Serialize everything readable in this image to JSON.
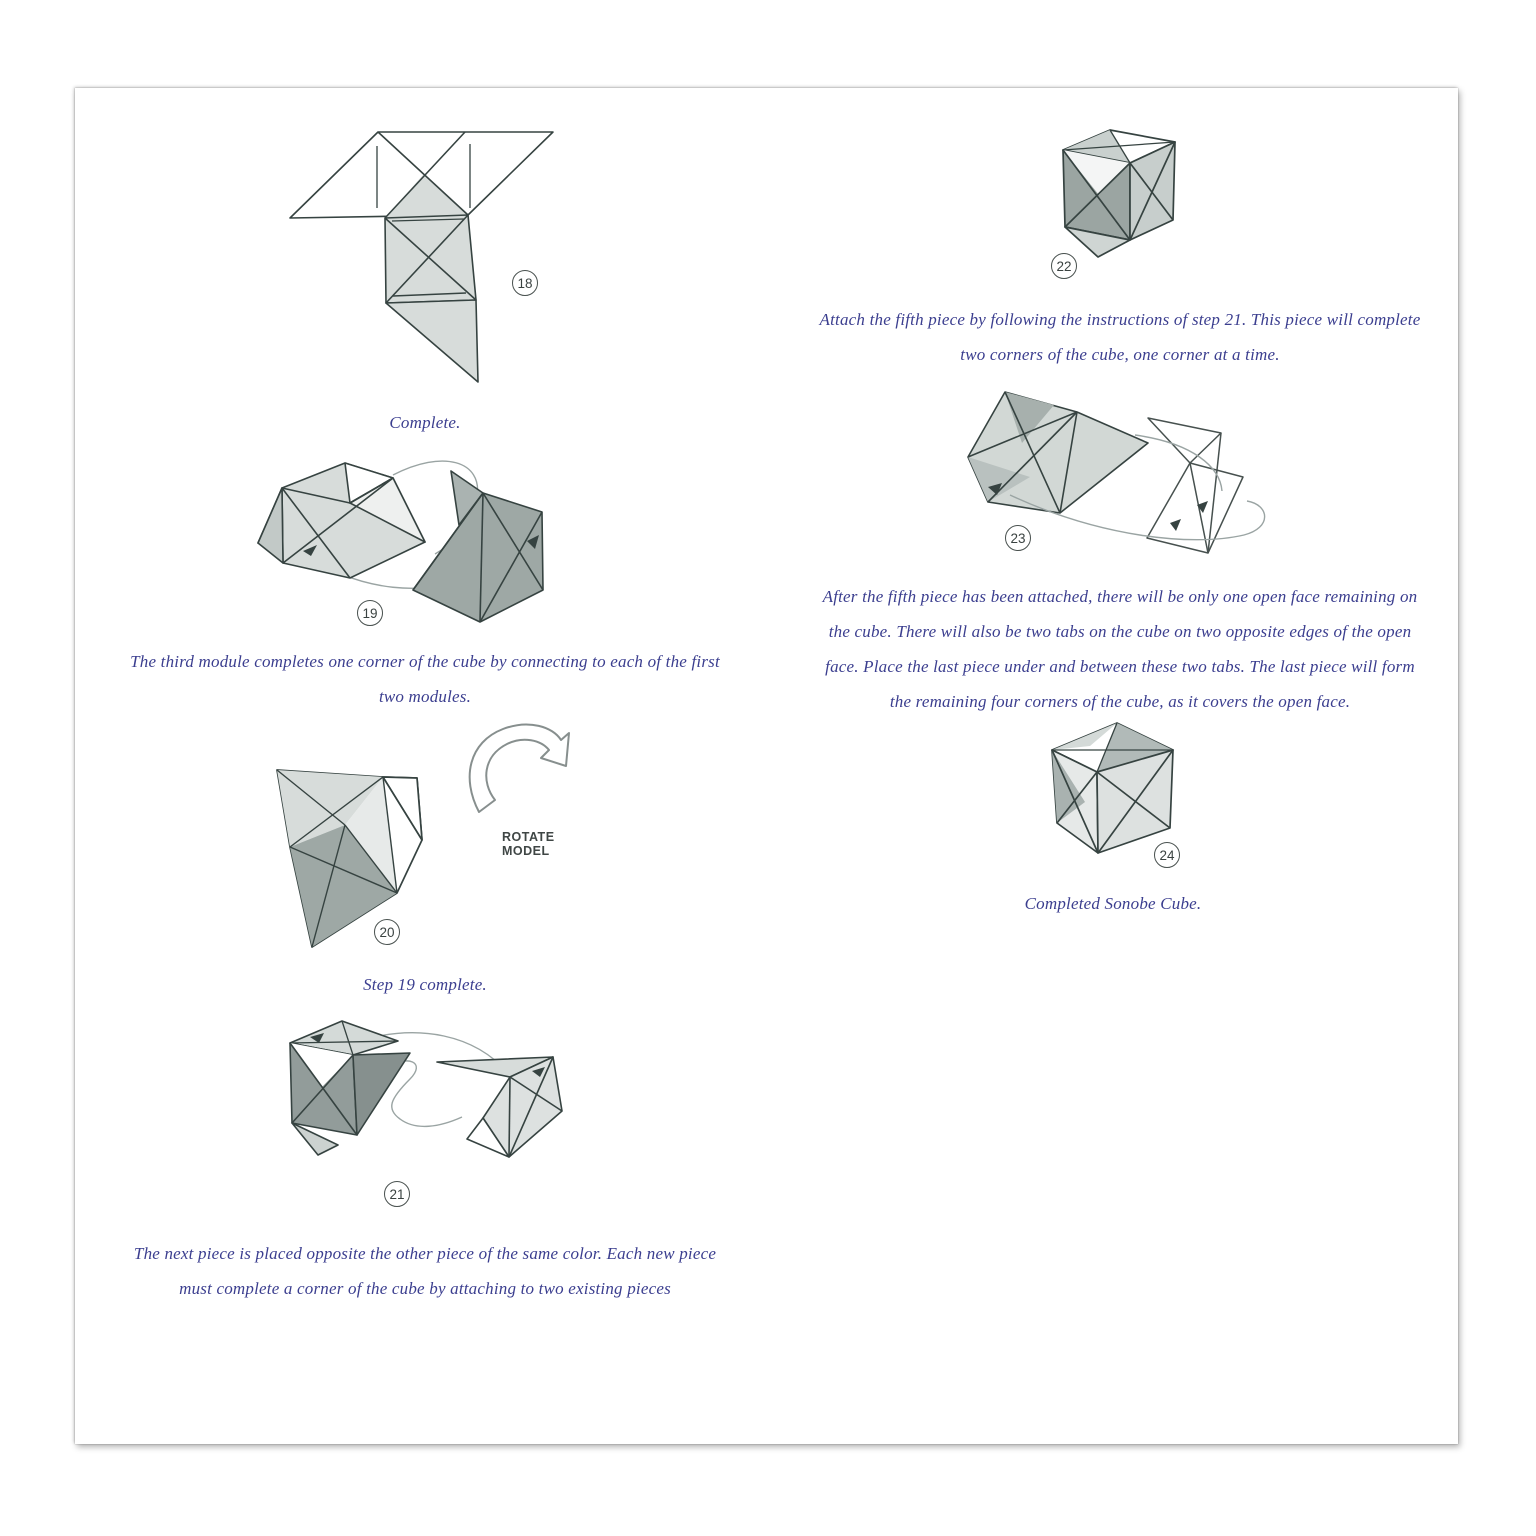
{
  "document": {
    "type": "origami-instruction-page",
    "captions": {
      "step18": "Complete.",
      "step19": [
        "The third module completes one corner of the cube by connecting to each of the first",
        "two modules."
      ],
      "step20": "Step 19 complete.",
      "step21": [
        "The next piece is placed opposite the other piece of the same color. Each new piece",
        "must complete a corner of the cube by attaching to two existing pieces"
      ],
      "step22": [
        "Attach the fifth piece by following the instructions of step 21. This piece will complete",
        "two corners of the cube, one corner at a time."
      ],
      "step23": [
        "After the fifth piece has been attached, there will be only one open face remaining on",
        "the cube. There will also be two tabs on the cube on two opposite edges of the open",
        "face. Place the last piece under and between these two tabs. The last piece will form",
        "the remaining four corners of the cube, as it covers the open face."
      ],
      "step24": "Completed Sonobe Cube."
    },
    "step_numbers": {
      "s18": "18",
      "s19": "19",
      "s20": "20",
      "s21": "21",
      "s22": "22",
      "s23": "23",
      "s24": "24"
    },
    "rotate": {
      "line1": "ROTATE",
      "line2": "MODEL"
    },
    "colors": {
      "caption_text": "#3b3e8f",
      "diagram_line": "#364341",
      "fill_light": "#d7dcda",
      "fill_medium": "#9ea8a5",
      "fill_dark": "#86908e"
    }
  }
}
